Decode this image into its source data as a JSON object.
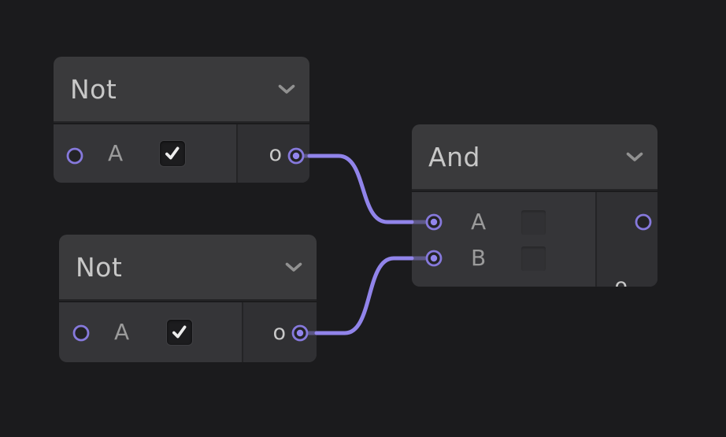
{
  "colors": {
    "background": "#1b1b1d",
    "node-header": "#3a3a3c",
    "node-body": "#353538",
    "node-output": "#303033",
    "divider": "#242426",
    "title-text": "#c7c7c7",
    "label-text": "#9b9b9b",
    "output-label-text": "#c9c9c9",
    "wire": "#9184ea",
    "port-ring": "#8679dc",
    "port-dot": "#9285ec",
    "chevron": "#919191"
  },
  "nodes": [
    {
      "title": "Not",
      "inputs": [
        {
          "label": "A",
          "checkbox": "checked",
          "port": "open"
        }
      ],
      "output": {
        "label": "o",
        "port": "connected"
      }
    },
    {
      "title": "Not",
      "inputs": [
        {
          "label": "A",
          "checkbox": "checked",
          "port": "open"
        }
      ],
      "output": {
        "label": "o",
        "port": "connected"
      }
    },
    {
      "title": "And",
      "inputs": [
        {
          "label": "A",
          "checkbox": "empty",
          "port": "connected"
        },
        {
          "label": "B",
          "checkbox": "empty",
          "port": "connected"
        }
      ],
      "output": {
        "label": "o",
        "port": "open"
      }
    }
  ],
  "connections": [
    {
      "from": "Not#1 output o",
      "to": "And input A"
    },
    {
      "from": "Not#2 output o",
      "to": "And input B"
    }
  ]
}
